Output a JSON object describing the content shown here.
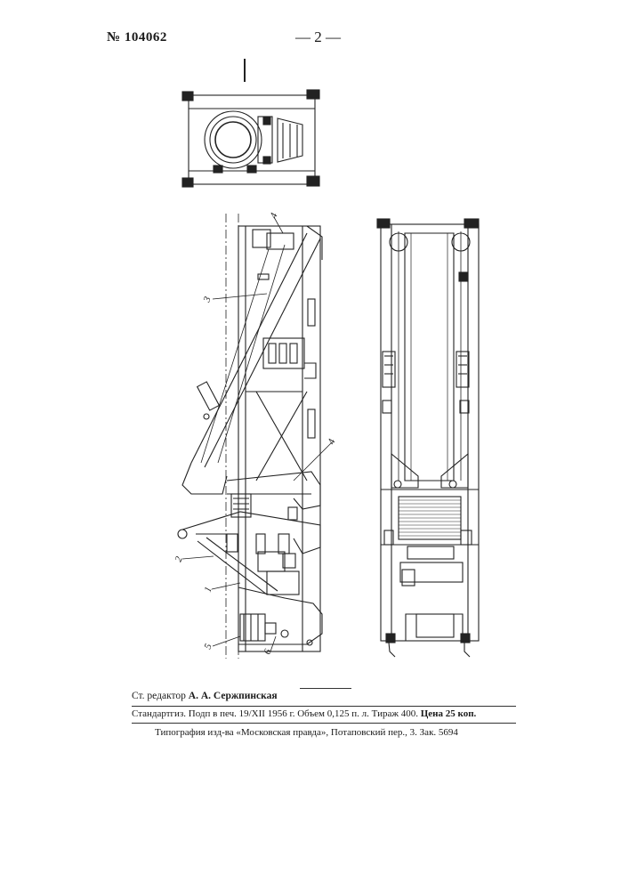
{
  "header": {
    "patent_number": "№ 104062",
    "page_number": "— 2 —"
  },
  "figure": {
    "callouts": [
      "1",
      "2",
      "3",
      "4",
      "4",
      "5",
      "6"
    ]
  },
  "imprint": {
    "editor_label": "Ст. редактор",
    "editor_name": "А. А. Сержпинская",
    "publisher_line": "Стандартгиз. Подп в печ. 19/XII 1956 г. Объем 0,125 п. л. Тираж 400.",
    "price": "Цена 25 коп.",
    "printer_line": "Типография изд-ва «Московская правда», Потаповский пер., 3. Зак. 5694"
  }
}
